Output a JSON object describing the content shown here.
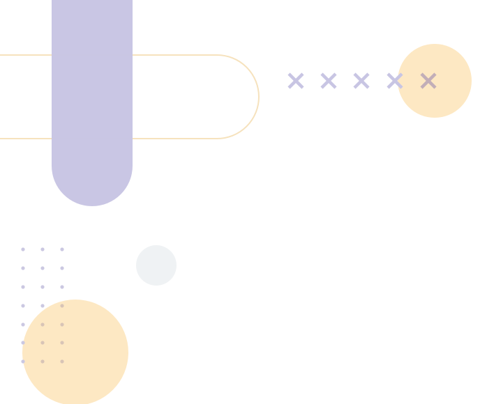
{
  "palette": {
    "background": "#ffffff",
    "lavender": "#c8c5e3",
    "peach": "#fde8c3",
    "outline": "#f6e2bd",
    "cross": "#c8c5e3",
    "cross_overlap": "#c2aeb8",
    "dot": "#cbc8e2",
    "dot_overlap": "#d8c4b6",
    "grey": "#eff2f4"
  },
  "decorations": {
    "crosses_count": 5,
    "dot_columns": 3,
    "dot_rows": 7
  }
}
